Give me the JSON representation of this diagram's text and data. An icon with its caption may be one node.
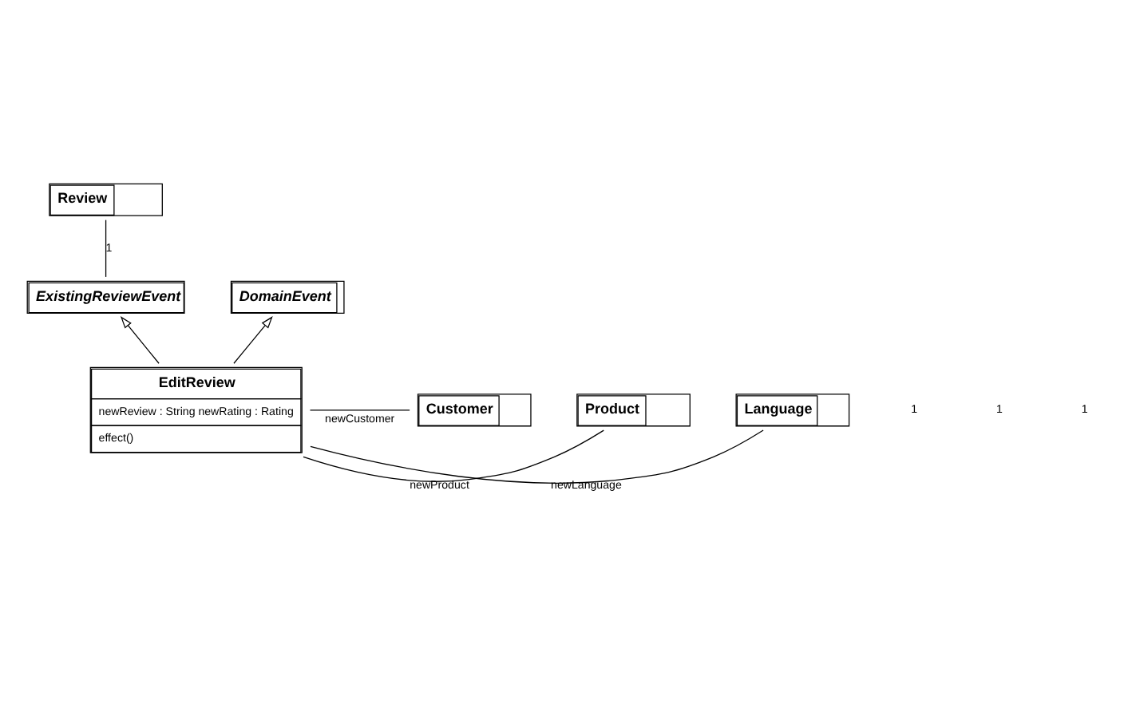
{
  "diagram": {
    "nodes": [
      {
        "text": [
          "Review"
        ]
      },
      {
        "text": [
          "ExistingReviewEvent"
        ]
      },
      {
        "text": [
          "DomainEvent"
        ]
      },
      {
        "text": [
          "EditReview",
          "newReview : String newRating : Rating",
          "effect()"
        ]
      },
      {
        "text": [
          "Language"
        ]
      },
      {
        "text": [
          "Product"
        ]
      },
      {
        "text": [
          "Customer"
        ]
      }
    ],
    "edges": [
      {
        "from": 1,
        "to": 0,
        "arrow": "none",
        "label": "1"
      },
      {
        "from": 3,
        "to": 1,
        "arrow": "to"
      },
      {
        "from": 3,
        "to": 2,
        "arrow": "to"
      },
      {
        "from": 3,
        "to": 4,
        "arrow": "none",
        "label": "newLanguage"
      },
      {
        "from": 3,
        "to": 5,
        "arrow": "none",
        "label": "newProduct"
      },
      {
        "from": 3,
        "to": 6,
        "arrow": "none",
        "label": "newCustomer"
      }
    ],
    "labels": [
      "1",
      "1",
      "1"
    ]
  }
}
